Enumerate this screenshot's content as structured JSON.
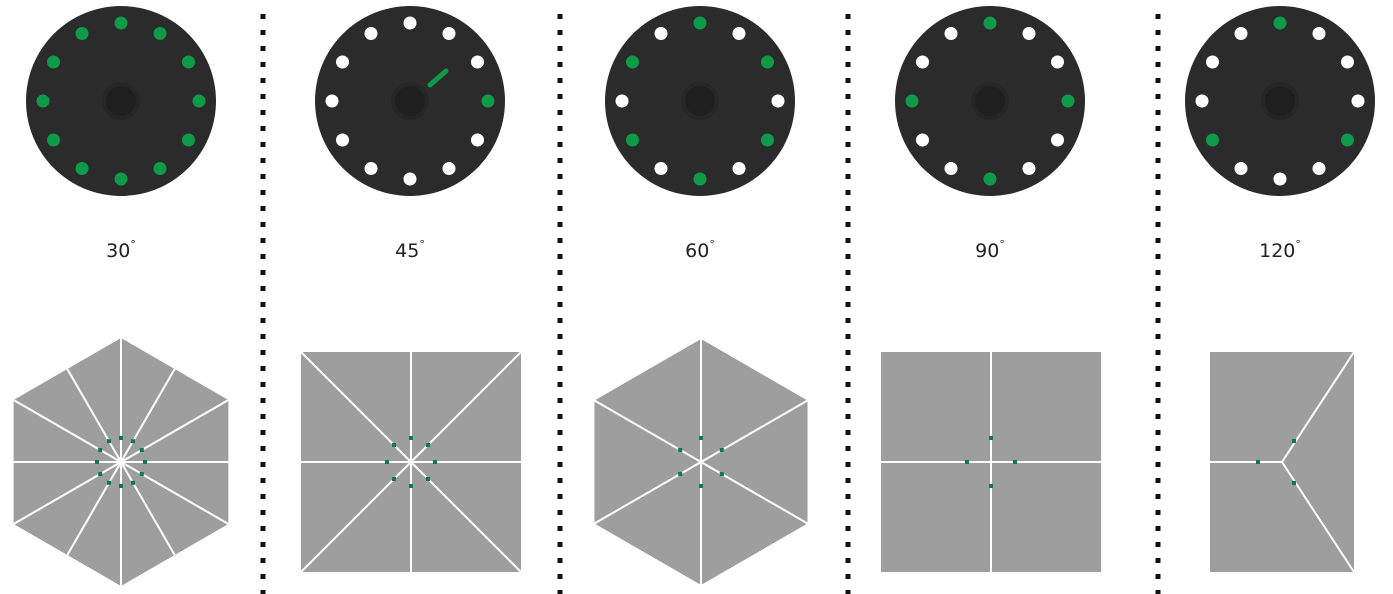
{
  "colors": {
    "disc": "#2b2b2b",
    "disc_center": "#1f1f1f",
    "dot_on": "#0e9a48",
    "dot_off": "#ffffff",
    "shape_fill": "#9e9e9e",
    "cut_line": "#ffffff",
    "marker": "#0e7a4a",
    "divider": "#111111"
  },
  "panels": [
    {
      "id": "p30",
      "label": "30",
      "unit": "°",
      "green_dots": [
        0,
        1,
        2,
        3,
        4,
        5,
        6,
        7,
        8,
        9,
        10,
        11
      ],
      "extra_arm": false,
      "shape": "hexagon-12"
    },
    {
      "id": "p45",
      "label": "45",
      "unit": "°",
      "green_dots": [
        3
      ],
      "extra_arm": true,
      "shape": "square-8"
    },
    {
      "id": "p60",
      "label": "60",
      "unit": "°",
      "green_dots": [
        0,
        2,
        4,
        6,
        8,
        10
      ],
      "extra_arm": false,
      "shape": "hexagon-6"
    },
    {
      "id": "p90",
      "label": "90",
      "unit": "°",
      "green_dots": [
        0,
        3,
        6,
        9
      ],
      "extra_arm": false,
      "shape": "square-4"
    },
    {
      "id": "p120",
      "label": "120",
      "unit": "°",
      "green_dots": [
        0,
        4,
        8
      ],
      "extra_arm": false,
      "shape": "y-3"
    }
  ]
}
